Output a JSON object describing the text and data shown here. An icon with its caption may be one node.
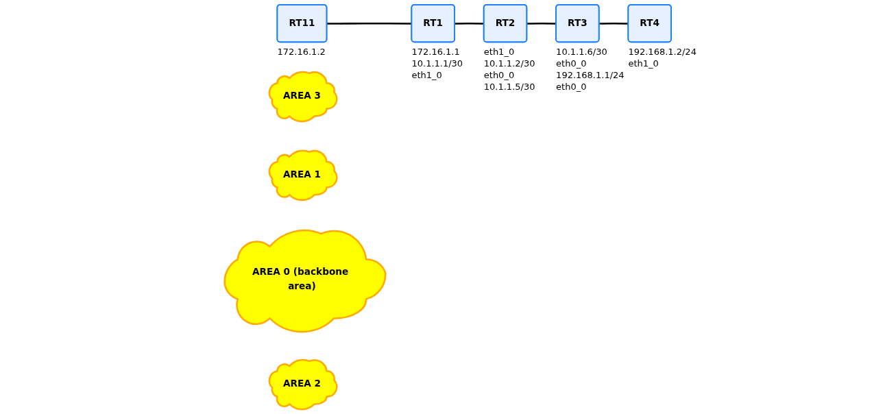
{
  "diagram": {
    "nodes": [
      {
        "text": [
          "RT11"
        ],
        "beside": [
          "172.16.1.2"
        ]
      },
      {
        "text": [
          "AREA 3"
        ]
      },
      {
        "text": [
          "RT1"
        ],
        "beside": [
          "172.16.1.1",
          "10.1.1.1/30",
          "eth1_0"
        ]
      },
      {
        "text": [
          "AREA 1"
        ]
      },
      {
        "text": [
          "RT2"
        ],
        "beside": [
          "eth1_0",
          "10.1.1.2/30",
          "eth0_0",
          "10.1.1.5/30"
        ]
      },
      {
        "text": [
          "AREA 0 (backbone area)"
        ]
      },
      {
        "text": [
          "RT3"
        ],
        "beside": [
          "10.1.1.6/30",
          "eth0_0",
          "192.168.1.1/24",
          "eth0_0"
        ]
      },
      {
        "text": [
          "AREA 2"
        ]
      },
      {
        "text": [
          "RT4"
        ],
        "beside": [
          "192.168.1.2/24",
          "eth1_0"
        ]
      }
    ],
    "edges": [
      {
        "from": 0,
        "to": 2,
        "arrow": "none"
      },
      {
        "from": 2,
        "to": 4,
        "arrow": "none"
      },
      {
        "from": 4,
        "to": 6,
        "arrow": "none"
      },
      {
        "from": 6,
        "to": 8,
        "arrow": "none"
      }
    ]
  }
}
